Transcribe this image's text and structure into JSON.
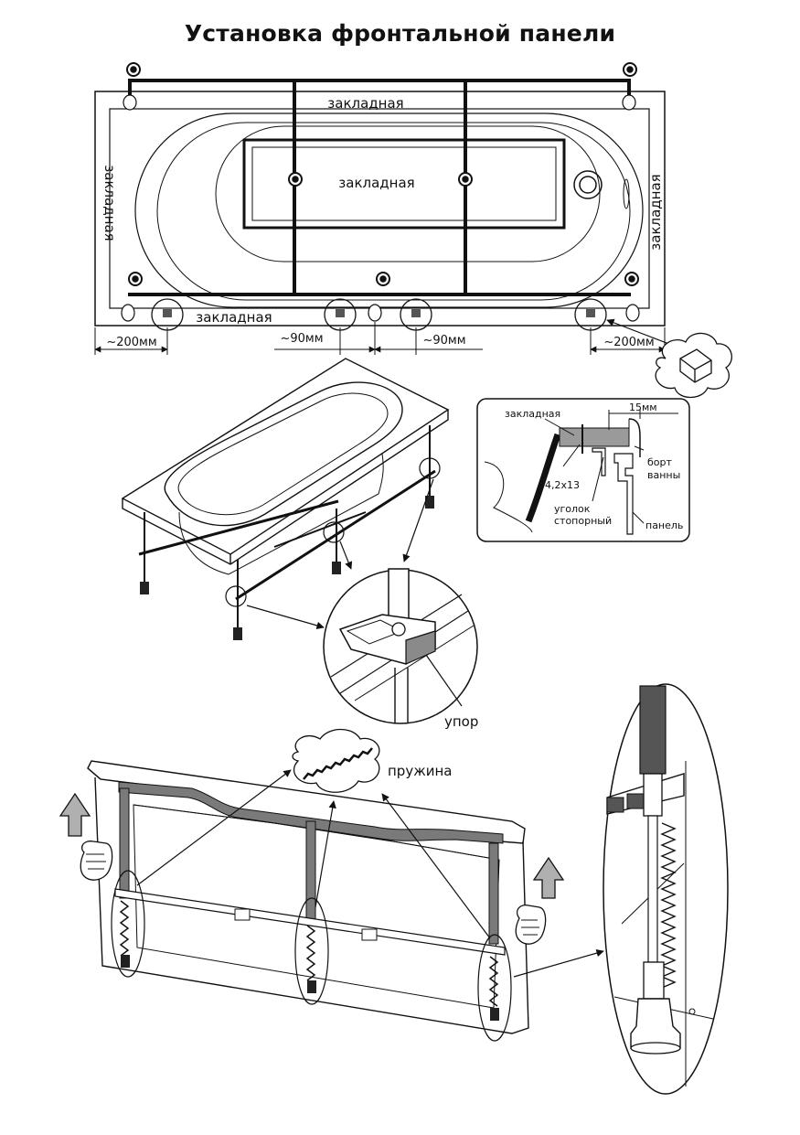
{
  "title": "Установка фронтальной панели",
  "top_view": {
    "label_top": "закладная",
    "label_center": "закладная",
    "label_left": "закладная",
    "label_right": "закладная",
    "label_bottom": "закладная",
    "dim_left": "~200мм",
    "dim_mid_left": "~90мм",
    "dim_mid_right": "~90мм",
    "dim_right": "~200мм"
  },
  "section_detail": {
    "label_insert": "закладная",
    "label_gap": "15мм",
    "label_screw": "4,2х13",
    "label_corner_line1": "уголок",
    "label_corner_line2": "стопорный",
    "label_rim_line1": "борт",
    "label_rim_line2": "ванны",
    "label_panel": "панель"
  },
  "stop_detail": {
    "label": "упор"
  },
  "spring_detail": {
    "label": "пружина"
  },
  "colors": {
    "line": "#111111",
    "gray": "#8a8a8a",
    "dark_gray": "#555555",
    "light_gray": "#c8c8c8"
  }
}
